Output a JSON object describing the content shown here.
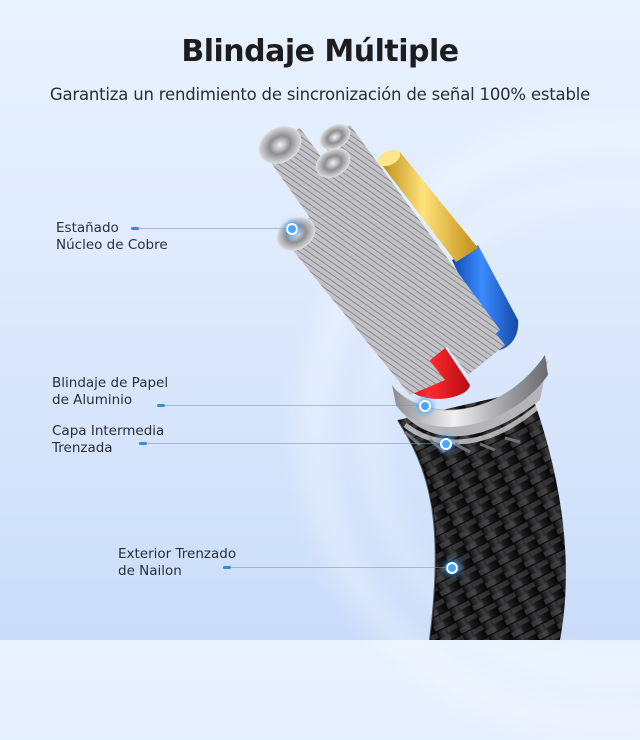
{
  "header": {
    "title": "Blindaje Múltiple",
    "subtitle": "Garantiza un rendimiento de sincronización de señal 100% estable"
  },
  "callouts": [
    {
      "id": "tinned-copper-core",
      "lines": [
        "Estañado",
        "Núcleo de Cobre"
      ]
    },
    {
      "id": "aluminum-foil-shield",
      "lines": [
        "Blindaje de Papel",
        "de Aluminio"
      ]
    },
    {
      "id": "braided-middle-layer",
      "lines": [
        "Capa Intermedia",
        "Trenzada"
      ]
    },
    {
      "id": "nylon-braided-exterior",
      "lines": [
        "Exterior Trenzado",
        "de Nailon"
      ]
    }
  ],
  "colors": {
    "background_top": "#e8f2ff",
    "background_bottom": "#c9dcfa",
    "title": "#1d1d20",
    "accent_dash": "#2f8fd8",
    "marker_dot": "#48a8ff",
    "wire_red": "#e0161c",
    "wire_blue": "#1f6fe0",
    "wire_gold": "#e2b53a",
    "strand_silver": "#b8b8bc",
    "braid_black": "#222222"
  },
  "product_image": {
    "subject": "braided-cable-cross-section",
    "wires": [
      "red",
      "blue",
      "gold-core",
      "gold-core",
      "silver-strand-bundle",
      "silver-strand-bundle",
      "silver-strand-bundle",
      "silver-strand-bundle"
    ]
  }
}
